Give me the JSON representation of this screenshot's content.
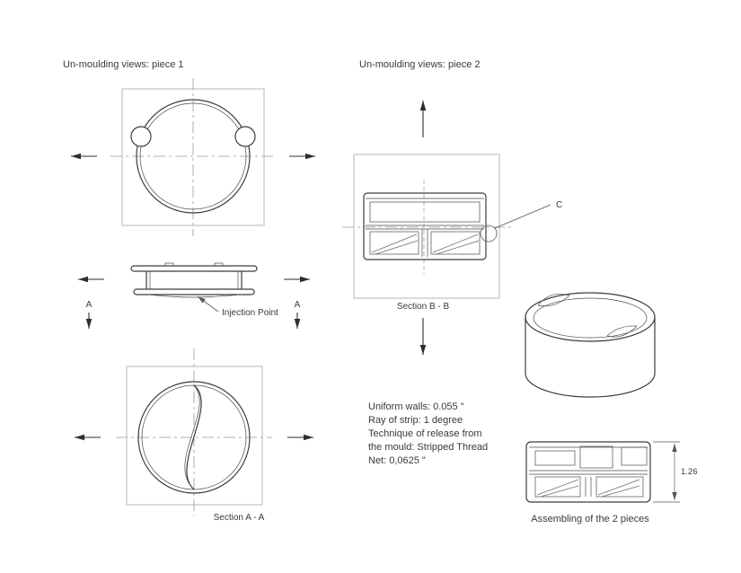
{
  "colors": {
    "accent": "#a12c9c",
    "drawing_line": "#3c3c3c"
  },
  "piece1": {
    "title": "Un-moulding views: piece 1",
    "injection_label": "Injection Point",
    "cut_marker": "A",
    "section_label": "Section A - A"
  },
  "piece2": {
    "title": "Un-moulding views: piece 2",
    "detail_label": "C",
    "section_label": "Section B - B"
  },
  "assembly": {
    "title": "Assembling of the 2 pieces",
    "dimension": "1.26"
  },
  "notes": {
    "line1": "Uniform walls: 0.055 \"",
    "line2": "Ray of strip: 1 degree",
    "line3": "Technique of release from",
    "line4": "the mould: Stripped Thread",
    "line5": "Net: 0,0625 \""
  }
}
